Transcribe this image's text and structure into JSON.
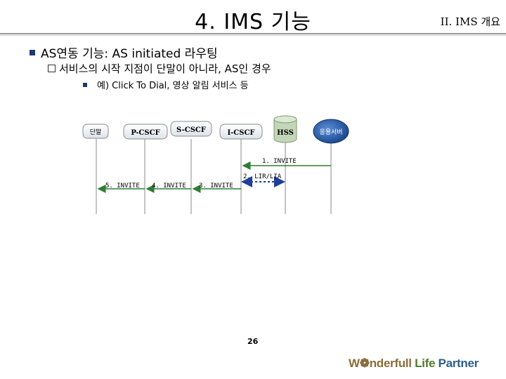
{
  "header": {
    "title": "4. IMS 기능",
    "section": "II. IMS 개요"
  },
  "bullets": {
    "level1": "AS연동 기능: AS initiated 라우팅",
    "level2": "서비스의 시작 지점이 단말이 아니라, AS인 경우",
    "level3": "예) Click To Dial, 영상 알림 서비스 등"
  },
  "diagram": {
    "entities": {
      "terminal": "단말",
      "pcscf": "P-CSCF",
      "scscf": "S-CSCF",
      "icscf": "I-CSCF",
      "hss": "HSS",
      "as": "응용서버"
    },
    "messages": {
      "m1": "1. INVITE",
      "m2": "2. LIR/LIA",
      "m3": "3. INVITE",
      "m4": "4. INVITE",
      "m5": "5. INVITE"
    }
  },
  "footer": {
    "page": "26",
    "brand_w": "W",
    "brand_rest": "nderfull",
    "brand_life": "Life",
    "brand_partner": "Partner"
  },
  "colors": {
    "accent": "#1f3a70",
    "hss": "#c3d6b8",
    "as": "#1e5aa8",
    "arrow": "#2e7d32",
    "dashed": "#1e3f9a"
  }
}
